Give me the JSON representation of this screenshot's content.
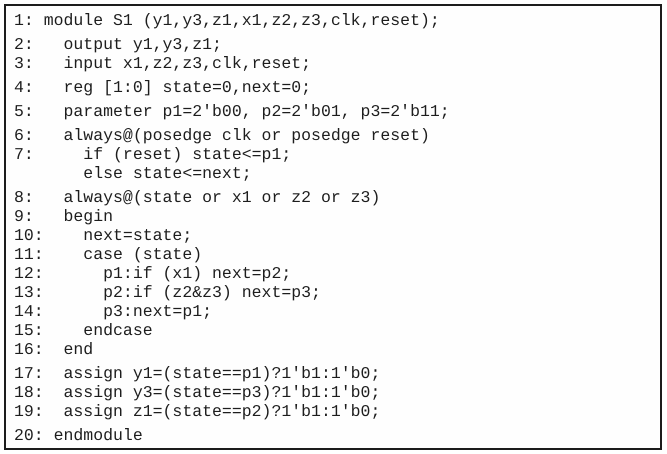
{
  "listing": {
    "language": "verilog",
    "module_name": "S1",
    "lines": [
      "1: module S1 (y1,y3,z1,x1,z2,z3,clk,reset);",
      "2:   output y1,y3,z1;",
      "3:   input x1,z2,z3,clk,reset;",
      "4:   reg [1:0] state=0,next=0;",
      "5:   parameter p1=2'b00, p2=2'b01, p3=2'b11;",
      "6:   always@(posedge clk or posedge reset)",
      "7:     if (reset) state<=p1;",
      "       else state<=next;",
      "8:   always@(state or x1 or z2 or z3)",
      "9:   begin",
      "10:    next=state;",
      "11:    case (state)",
      "12:      p1:if (x1) next=p2;",
      "13:      p2:if (z2&z3) next=p3;",
      "14:      p3:next=p1;",
      "15:    endcase",
      "16:  end",
      "17:  assign y1=(state==p1)?1'b1:1'b0;",
      "18:  assign y3=(state==p3)?1'b1:1'b0;",
      "19:  assign z1=(state==p2)?1'b1:1'b0;",
      "20: endmodule"
    ]
  },
  "colors": {
    "border": "#1c1c1c",
    "background": "#fefefe",
    "text": "#1d1d1d"
  }
}
